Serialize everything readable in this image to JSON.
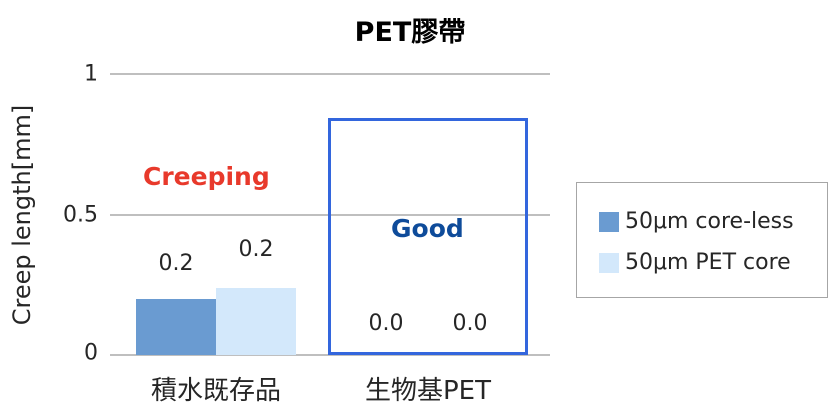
{
  "chart_data": {
    "type": "bar",
    "title": "PET膠帶",
    "xlabel": "",
    "ylabel": "Creep length[mm]",
    "ylim": [
      0,
      1
    ],
    "yticks": [
      "0",
      "0.5",
      "1"
    ],
    "grid": true,
    "legend_position": "right",
    "categories": [
      "積水既存品",
      "生物基PET"
    ],
    "series": [
      {
        "name": "50μm core-less",
        "color": "#6a9bd1",
        "values": [
          0.2,
          0.0
        ],
        "labels": [
          "0.2",
          "0.0"
        ]
      },
      {
        "name": "50μm PET core",
        "color": "#d3e8fb",
        "values": [
          0.24,
          0.0
        ],
        "labels": [
          "0.2",
          "0.0"
        ]
      }
    ],
    "annotations": [
      {
        "text": "Creeping",
        "color": "#e8392b",
        "category": "積水既存品"
      },
      {
        "text": "Good",
        "color": "#0e4b9a",
        "category": "生物基PET",
        "boxed": true,
        "box_color": "#3366dd"
      }
    ]
  }
}
